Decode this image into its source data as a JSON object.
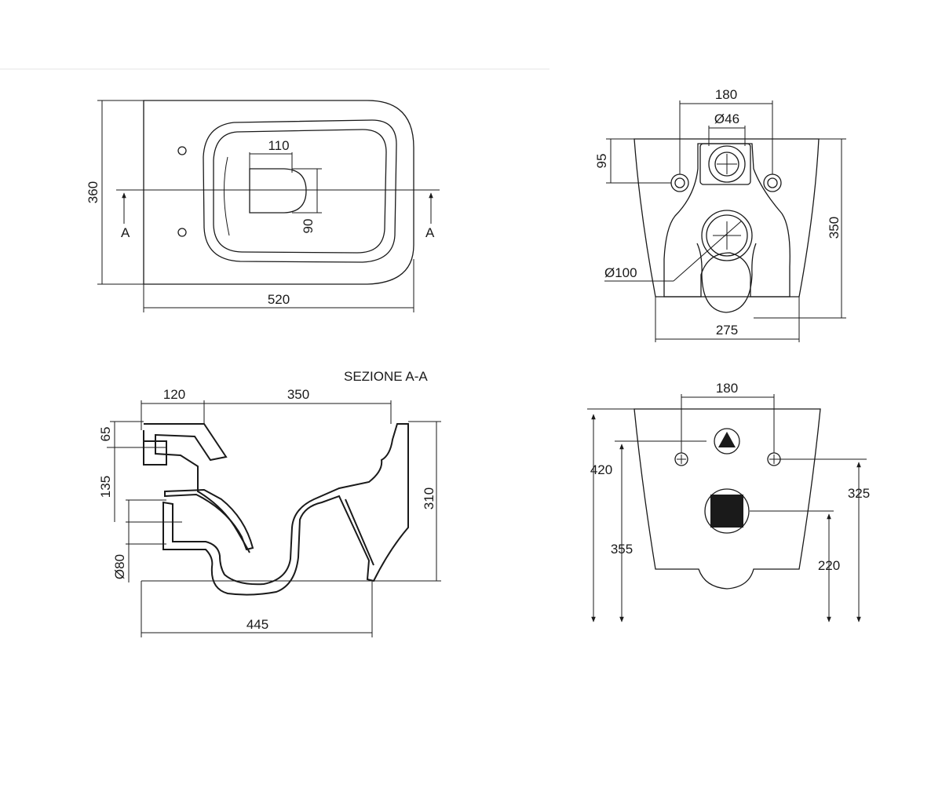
{
  "section_title": "SEZIONE A-A",
  "plan_view": {
    "dim_width": "520",
    "dim_depth": "360",
    "dim_outlet_width": "110",
    "dim_outlet_depth": "90",
    "section_marker_left": "A",
    "section_marker_right": "A"
  },
  "rear_view": {
    "dim_fixing_spacing": "180",
    "dim_inlet_diameter": "Ø46",
    "dim_inlet_height": "95",
    "dim_height": "350",
    "dim_outlet_diameter": "Ø100",
    "dim_base_width": "275"
  },
  "section_view": {
    "dim_back": "120",
    "dim_bowl": "350",
    "dim_inlet_top": "65",
    "dim_inlet_gap": "135",
    "dim_outlet_diameter": "Ø80",
    "dim_height": "310",
    "dim_length": "445"
  },
  "wall_view": {
    "dim_fixing_spacing": "180",
    "dim_total_height": "420",
    "dim_fixing_height": "355",
    "dim_inlet_height": "325",
    "dim_outlet_height": "220"
  },
  "colors": {
    "line": "#1a1a1a",
    "background": "#ffffff"
  }
}
